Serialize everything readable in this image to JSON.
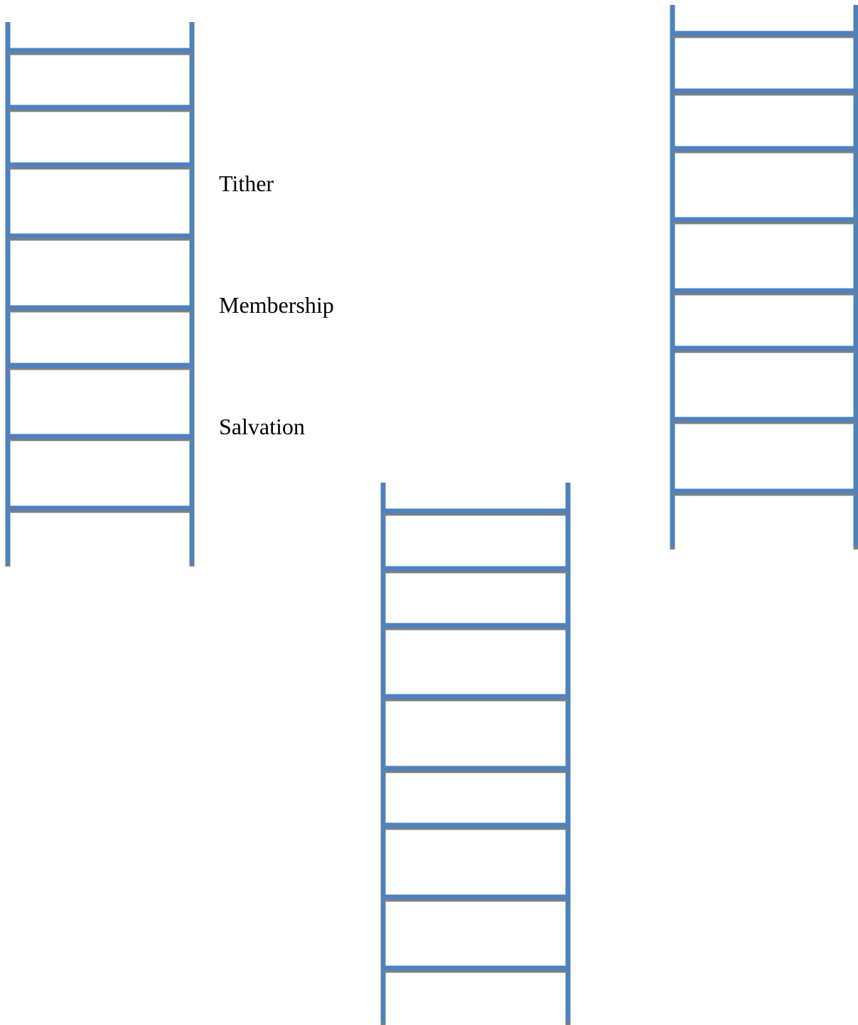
{
  "labels": {
    "tither": "Tither",
    "membership": "Membership",
    "salvation": "Salvation"
  },
  "colors": {
    "ladder": "#4f81bd",
    "shadow": "#7f7f7f",
    "background": "#ffffff",
    "text": "#000000"
  },
  "ladders": [
    {
      "name": "ladder-left",
      "rungs": 8
    },
    {
      "name": "ladder-right",
      "rungs": 8
    },
    {
      "name": "ladder-center",
      "rungs": 8
    }
  ]
}
